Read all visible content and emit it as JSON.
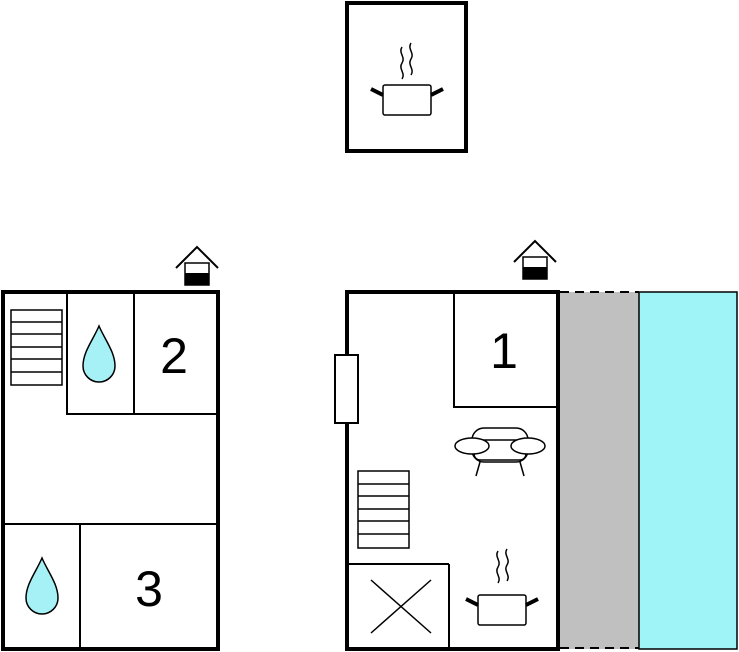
{
  "floorplan": {
    "rooms": [
      {
        "label": "2"
      },
      {
        "label": "3"
      },
      {
        "label": "1"
      }
    ]
  },
  "colors": {
    "water": "#a6f1f5",
    "pool": "#9ff4f8",
    "terrace": "#c0c0c0",
    "wall": "#000000",
    "background": "#ffffff"
  },
  "icons": [
    "kitchen-pot-icon",
    "entrance-icon",
    "stairs-icon",
    "water-drop-icon",
    "sofa-icon",
    "void-cross-icon",
    "window-icon"
  ]
}
